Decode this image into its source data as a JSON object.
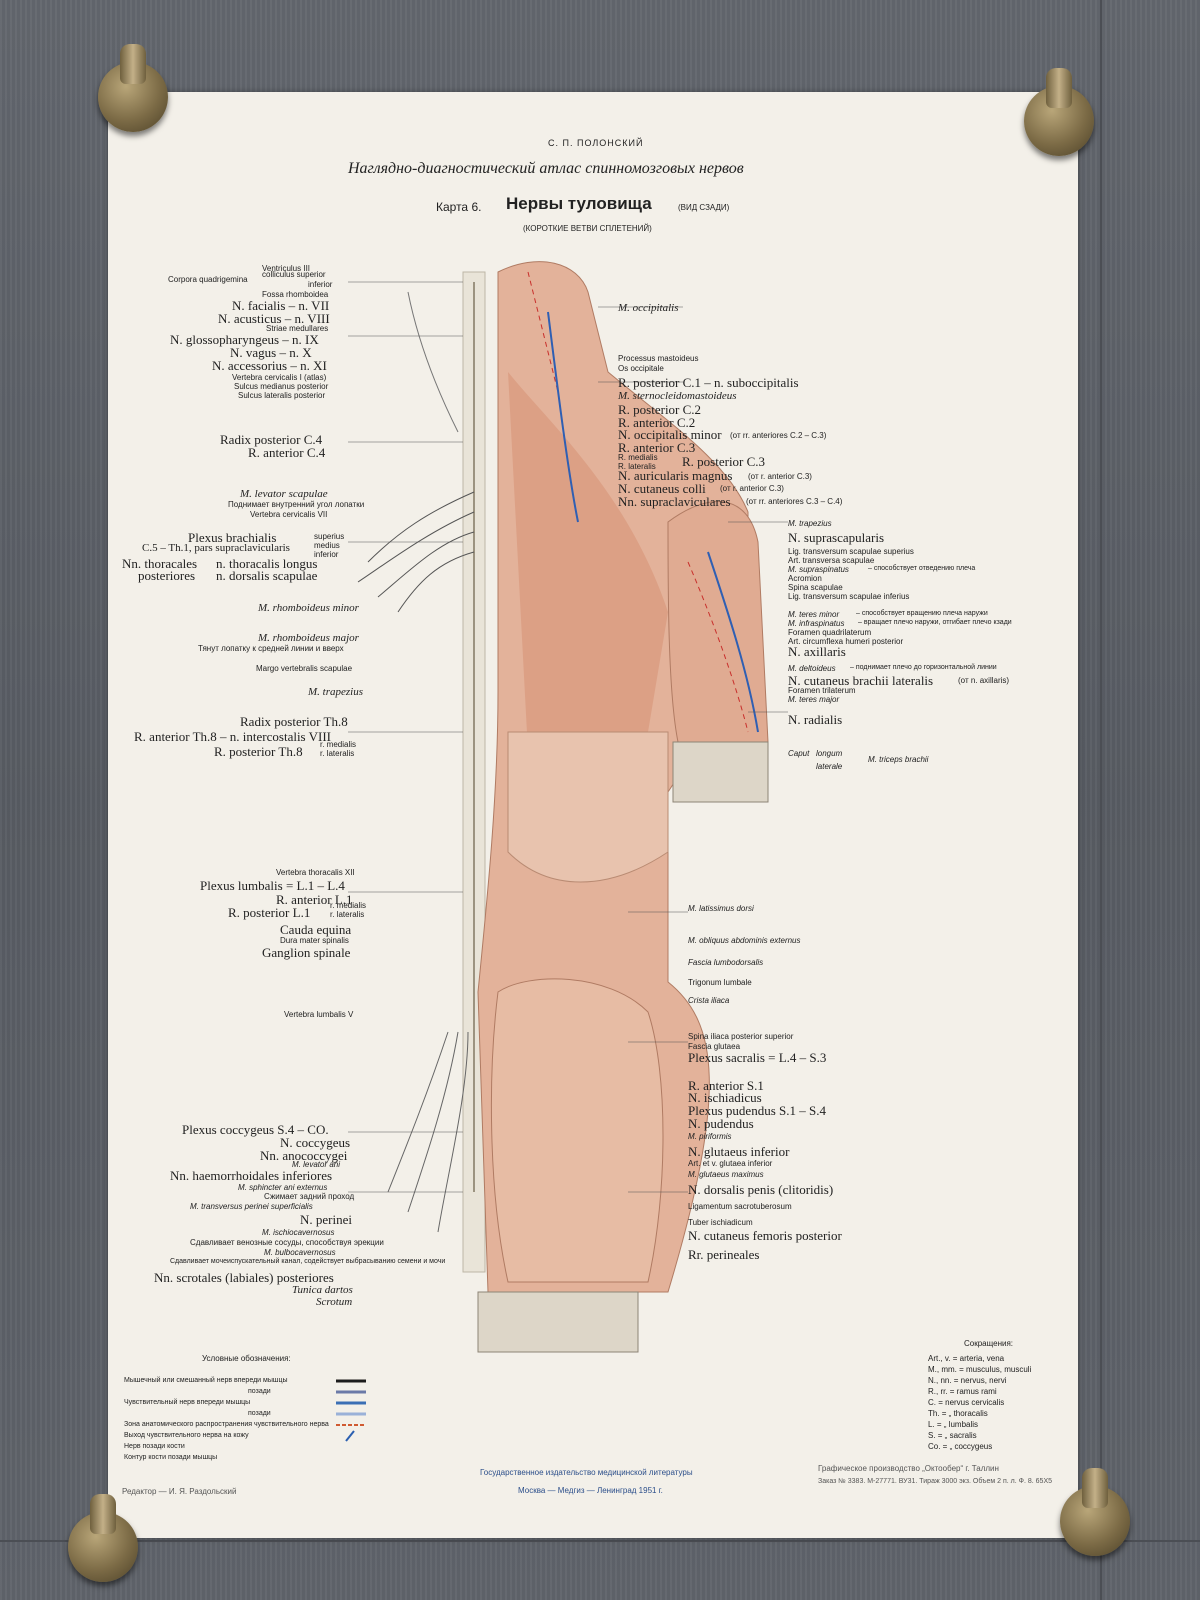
{
  "header": {
    "author": "С. П. ПОЛОНСКИЙ",
    "atlas_title": "Наглядно-диагностический атлас спинномозговых нервов",
    "map_number": "Карта 6.",
    "map_title": "Нервы туловища",
    "view": "(ВИД СЗАДИ)",
    "subtitle": "(КОРОТКИЕ ВЕТВИ СПЛЕТЕНИЙ)"
  },
  "left_labels": [
    "Ventriculus III",
    "Corpora quadrigemina",
    "colliculus superior",
    "inferior",
    "Fossa rhomboidea",
    "N. facialis – n. VII",
    "N. acusticus – n. VIII",
    "Striae medullares",
    "N. glossopharyngeus – n. IX",
    "N. vagus – n. X",
    "N. accessorius – n. XI",
    "Vertebra cervicalis I (atlas)",
    "Sulcus medianus posterior",
    "Sulcus lateralis posterior",
    "Radix posterior C.4",
    "R. anterior C.4",
    "M. levator scapulae",
    "Поднимает внутренний угол лопатки",
    "Vertebra cervicalis VII",
    "Plexus brachialis",
    "superius",
    "medius",
    "C.5 – Th.1, pars supraclavicularis",
    "inferior",
    "Nn. thoracales",
    "posteriores",
    "n. thoracalis longus",
    "n. dorsalis scapulae",
    "M. rhomboideus minor",
    "M. rhomboideus major",
    "Тянут лопатку к средней линии и вверх",
    "Margo vertebralis scapulae",
    "M. trapezius",
    "Radix posterior Th.8",
    "R. anterior Th.8 – n. intercostalis VIII",
    "R. posterior Th.8",
    "r. medialis",
    "r. lateralis",
    "Vertebra thoracalis XII",
    "Plexus lumbalis = L.1 – L.4",
    "R. anterior L.1",
    "R. posterior L.1",
    "r. medialis",
    "r. lateralis",
    "Cauda equina",
    "Dura mater spinalis",
    "Ganglion spinale",
    "Vertebra lumbalis V",
    "Plexus coccygeus S.4 – CO.",
    "N. coccygeus",
    "Nn. anococcygei",
    "M. levator ani",
    "Nn. haemorrhoidales inferiores",
    "M. sphincter ani externus",
    "Сжимает задний проход",
    "M. transversus perinei superficialis",
    "N. perinei",
    "M. ischiocavernosus",
    "Сдавливает венозные сосуды, способствуя эрекции",
    "M. bulbocavernosus",
    "Сдавливает мочеиспускательный канал, содействует выбрасыванию семени и мочи",
    "Nn. scrotales (labiales) posteriores",
    "Tunica dartos",
    "Scrotum"
  ],
  "right_labels": [
    "M. occipitalis",
    "Processus mastoideus",
    "Os occipitale",
    "R. posterior C.1 – n. suboccipitalis",
    "M. sternocleidomastoideus",
    "R. posterior C.2",
    "R. anterior C.2",
    "N. occipitalis minor",
    "(от rr. anteriores C.2 – C.3)",
    "R. anterior C.3",
    "R. medialis",
    "R. lateralis",
    "R. posterior C.3",
    "N. auricularis magnus",
    "(от r. anterior C.3)",
    "N. cutaneus colli",
    "(от r. anterior C.3)",
    "Nn. supraclaviculares",
    "(от rr. anteriores C.3 – C.4)",
    "M. trapezius",
    "N. suprascapularis",
    "Lig. transversum scapulae superius",
    "Art. transversa scapulae",
    "M. supraspinatus",
    "– способствует отведению плеча",
    "Acromion",
    "Spina scapulae",
    "Lig. transversum scapulae inferius",
    "M. teres minor",
    "– способствует вращению плеча наружи",
    "M. infraspinatus",
    "– вращает плечо наружи, отгибает плечо кзади",
    "Foramen quadrilaterum",
    "Art. circumflexa humeri posterior",
    "N. axillaris",
    "M. deltoideus",
    "– поднимает плечо до горизонтальной линии",
    "N. cutaneus brachii lateralis",
    "(от n. axillaris)",
    "Foramen trilaterum",
    "M. teres major",
    "N. radialis",
    "Caput",
    "longum",
    "laterale",
    "M. triceps brachii",
    "M. latissimus dorsi",
    "M. obliquus abdominis externus",
    "Fascia lumbodorsalis",
    "Trigonum lumbale",
    "Crista iliaca",
    "Spina iliaca posterior superior",
    "Fascia glutaea",
    "Plexus sacralis = L.4 – S.3",
    "R. anterior S.1",
    "N. ischiadicus",
    "Plexus pudendus S.1 – S.4",
    "N. pudendus",
    "M. piriformis",
    "N. glutaeus inferior",
    "Art. et v. glutaea inferior",
    "M. glutaeus maximus",
    "N. dorsalis penis (clitoridis)",
    "Ligamentum sacrotuberosum",
    "Tuber ischiadicum",
    "N. cutaneus femoris posterior",
    "Rr. perineales"
  ],
  "legend": {
    "title": "Условные обозначения:",
    "items": [
      "Мышечный или смешанный нерв впереди мышцы",
      "позади",
      "Чувствительный нерв впереди мышцы",
      "позади",
      "Зона анатомического распространения чувствительного нерва",
      "Выход чувствительного нерва на кожу",
      "Нерв позади кости",
      "Контур кости позади мышцы"
    ],
    "colors": [
      "#1c1c1c",
      "#6b7aa8",
      "#3b6fb5",
      "#9ab1d8",
      "#d05a32",
      "#2b5fb0"
    ]
  },
  "abbreviations": {
    "title": "Сокращения:",
    "items": [
      "Art., v. = arteria, vena",
      "M., mm. = musculus, musculi",
      "N., nn. = nervus, nervi",
      "R., rr. = ramus rami",
      "C. = nervus cervicalis",
      "Th. = „ thoracalis",
      "L. = „ lumbalis",
      "S. = „ sacralis",
      "Co. = „ coccygeus"
    ]
  },
  "footer": {
    "editor": "Редактор — И. Я. Раздольский",
    "publisher": "Государственное издательство медицинской литературы",
    "city": "Москва — Медгиз — Ленинград 1951 г.",
    "printer": "Графическое производство „Октообер“ г. Таллин",
    "order": "Заказ № 3383. М-27771. ВУ31. Тираж 3000 экз. Объем 2 п. л. Ф. 8. 65X5"
  },
  "colors": {
    "muscle": "#d9a48b",
    "muscle_dark": "#b9715a",
    "nerve_yellow": "#d8c678",
    "nerve_blue": "#2f5fb3",
    "artery_red": "#c8302c",
    "paper": "#f3f0e9"
  }
}
